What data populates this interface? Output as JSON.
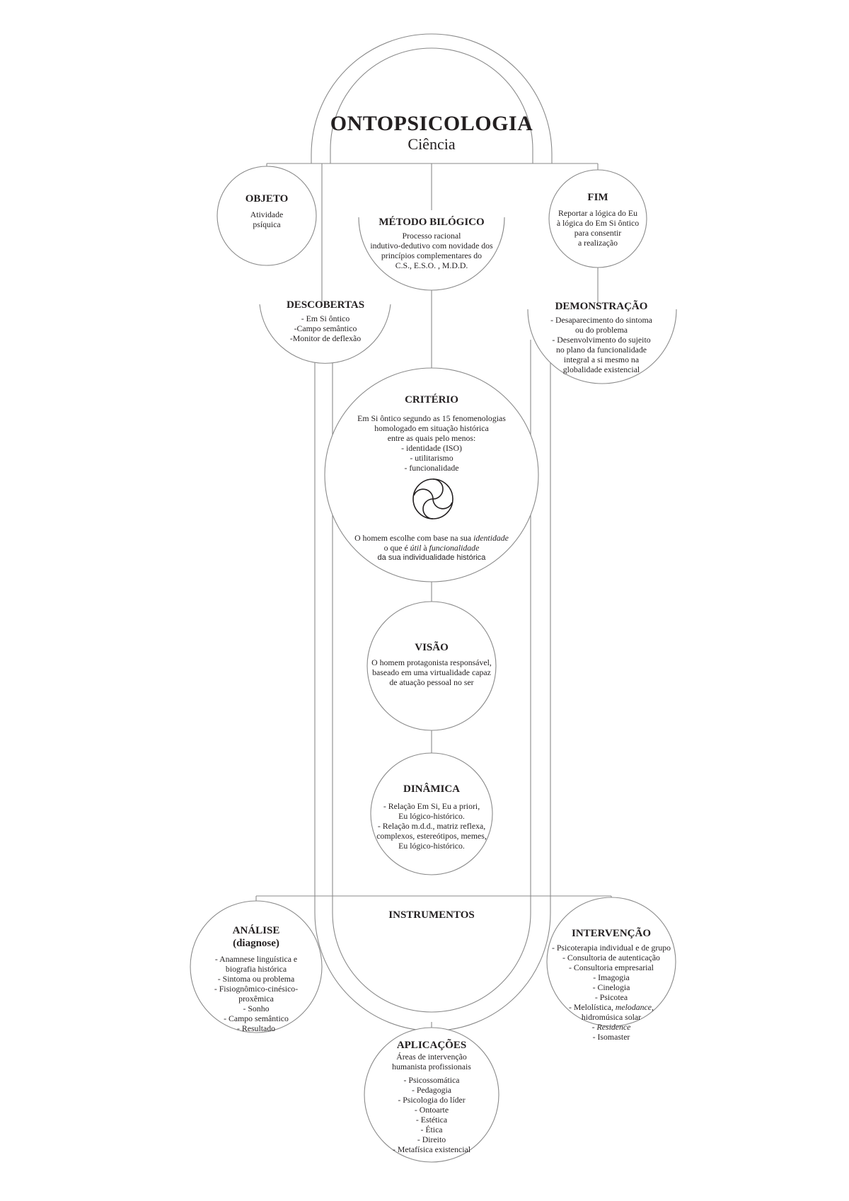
{
  "title": {
    "main": "ONTOPSICOLOGIA",
    "sub": "Ciência"
  },
  "objeto": {
    "heading": "OBJETO",
    "lines": [
      "Atividade",
      "psíquica"
    ]
  },
  "metodo": {
    "heading": "MÉTODO BILÓGICO",
    "lines": [
      "Processo racional",
      "indutivo-dedutivo com novidade dos",
      "princípios complementares do",
      "C.S., E.S.O. , M.D.D."
    ]
  },
  "fim": {
    "heading": "FIM",
    "lines": [
      "Reportar a lógica do Eu",
      "à lógica do Em Si ôntico",
      "para consentir",
      "a realização"
    ]
  },
  "descobertas": {
    "heading": "DESCOBERTAS",
    "lines": [
      "- Em Si ôntico",
      "-Campo semântico",
      "-Monitor de deflexão"
    ]
  },
  "demonstracao": {
    "heading": "DEMONSTRAÇÃO",
    "lines": [
      "- Desaparecimento do sintoma",
      "ou do problema",
      "- Desenvolvimento do sujeito",
      "no plano da funcionalidade",
      "integral a si mesmo na",
      "globalidade existencial"
    ]
  },
  "criterio": {
    "heading": "CRITÉRIO",
    "lines": [
      "Em Si ôntico segundo as 15 fenomenologias",
      "homologado em situação histórica",
      "entre as quais pelo menos:",
      "- identidade (ISO)",
      "- utilitarismo",
      "- funcionalidade"
    ],
    "icon": "triskelion-icon",
    "bottom": {
      "l1a": "O homem escolhe com base na sua ",
      "l1b": "identidade",
      "l2a": "o que é ",
      "l2b": "útil",
      "l2c": " à ",
      "l2d": "funcionalidade",
      "l3": "da sua individualidade histórica"
    }
  },
  "visao": {
    "heading": "VISÃO",
    "lines": [
      "O homem protagonista responsável,",
      "baseado em uma virtualidade capaz",
      "de atuação pessoal no ser"
    ]
  },
  "dinamica": {
    "heading": "DINÂMICA",
    "lines": [
      "- Relação Em Si, Eu a priori,",
      "Eu lógico-histórico.",
      "- Relação m.d.d., matriz reflexa,",
      "complexos, estereótipos, memes,",
      "Eu lógico-histórico."
    ]
  },
  "instrumentos": {
    "heading": "INSTRUMENTOS"
  },
  "analise": {
    "heading": "ANÁLISE",
    "subheading": "(diagnose)",
    "lines": [
      "- Anamnese linguística e",
      "biografia histórica",
      "- Sintoma ou problema",
      "- Fisiognômico-cinésico-",
      "proxêmica",
      "- Sonho",
      "- Campo semântico",
      "- Resultado"
    ]
  },
  "intervencao": {
    "heading": "INTERVENÇÃO",
    "lines": [
      "- Psicoterapia individual e de grupo",
      "- Consultoria de autenticação",
      "- Consultoria empresarial",
      "- Imagogia",
      "- Cinelogia",
      "- Psicotea"
    ],
    "mel_a": "- Melolística, ",
    "mel_b": "melodance",
    "mel_c": ",",
    "line_hidro": "hidromúsica solar",
    "residence": "Residence",
    "isomaster": "- Isomaster"
  },
  "aplicacoes": {
    "heading": "APLICAÇÕES",
    "intro": [
      "Áreas de intervenção",
      "humanista profissionais"
    ],
    "lines": [
      "- Psicossomática",
      "- Pedagogia",
      "-  Psicologia do líder",
      "- Ontoarte",
      "- Estética",
      "- Ética",
      "- Direito",
      "- Metafísica existencial"
    ]
  },
  "colors": {
    "line": "#8a8a8a",
    "text": "#231f20"
  }
}
